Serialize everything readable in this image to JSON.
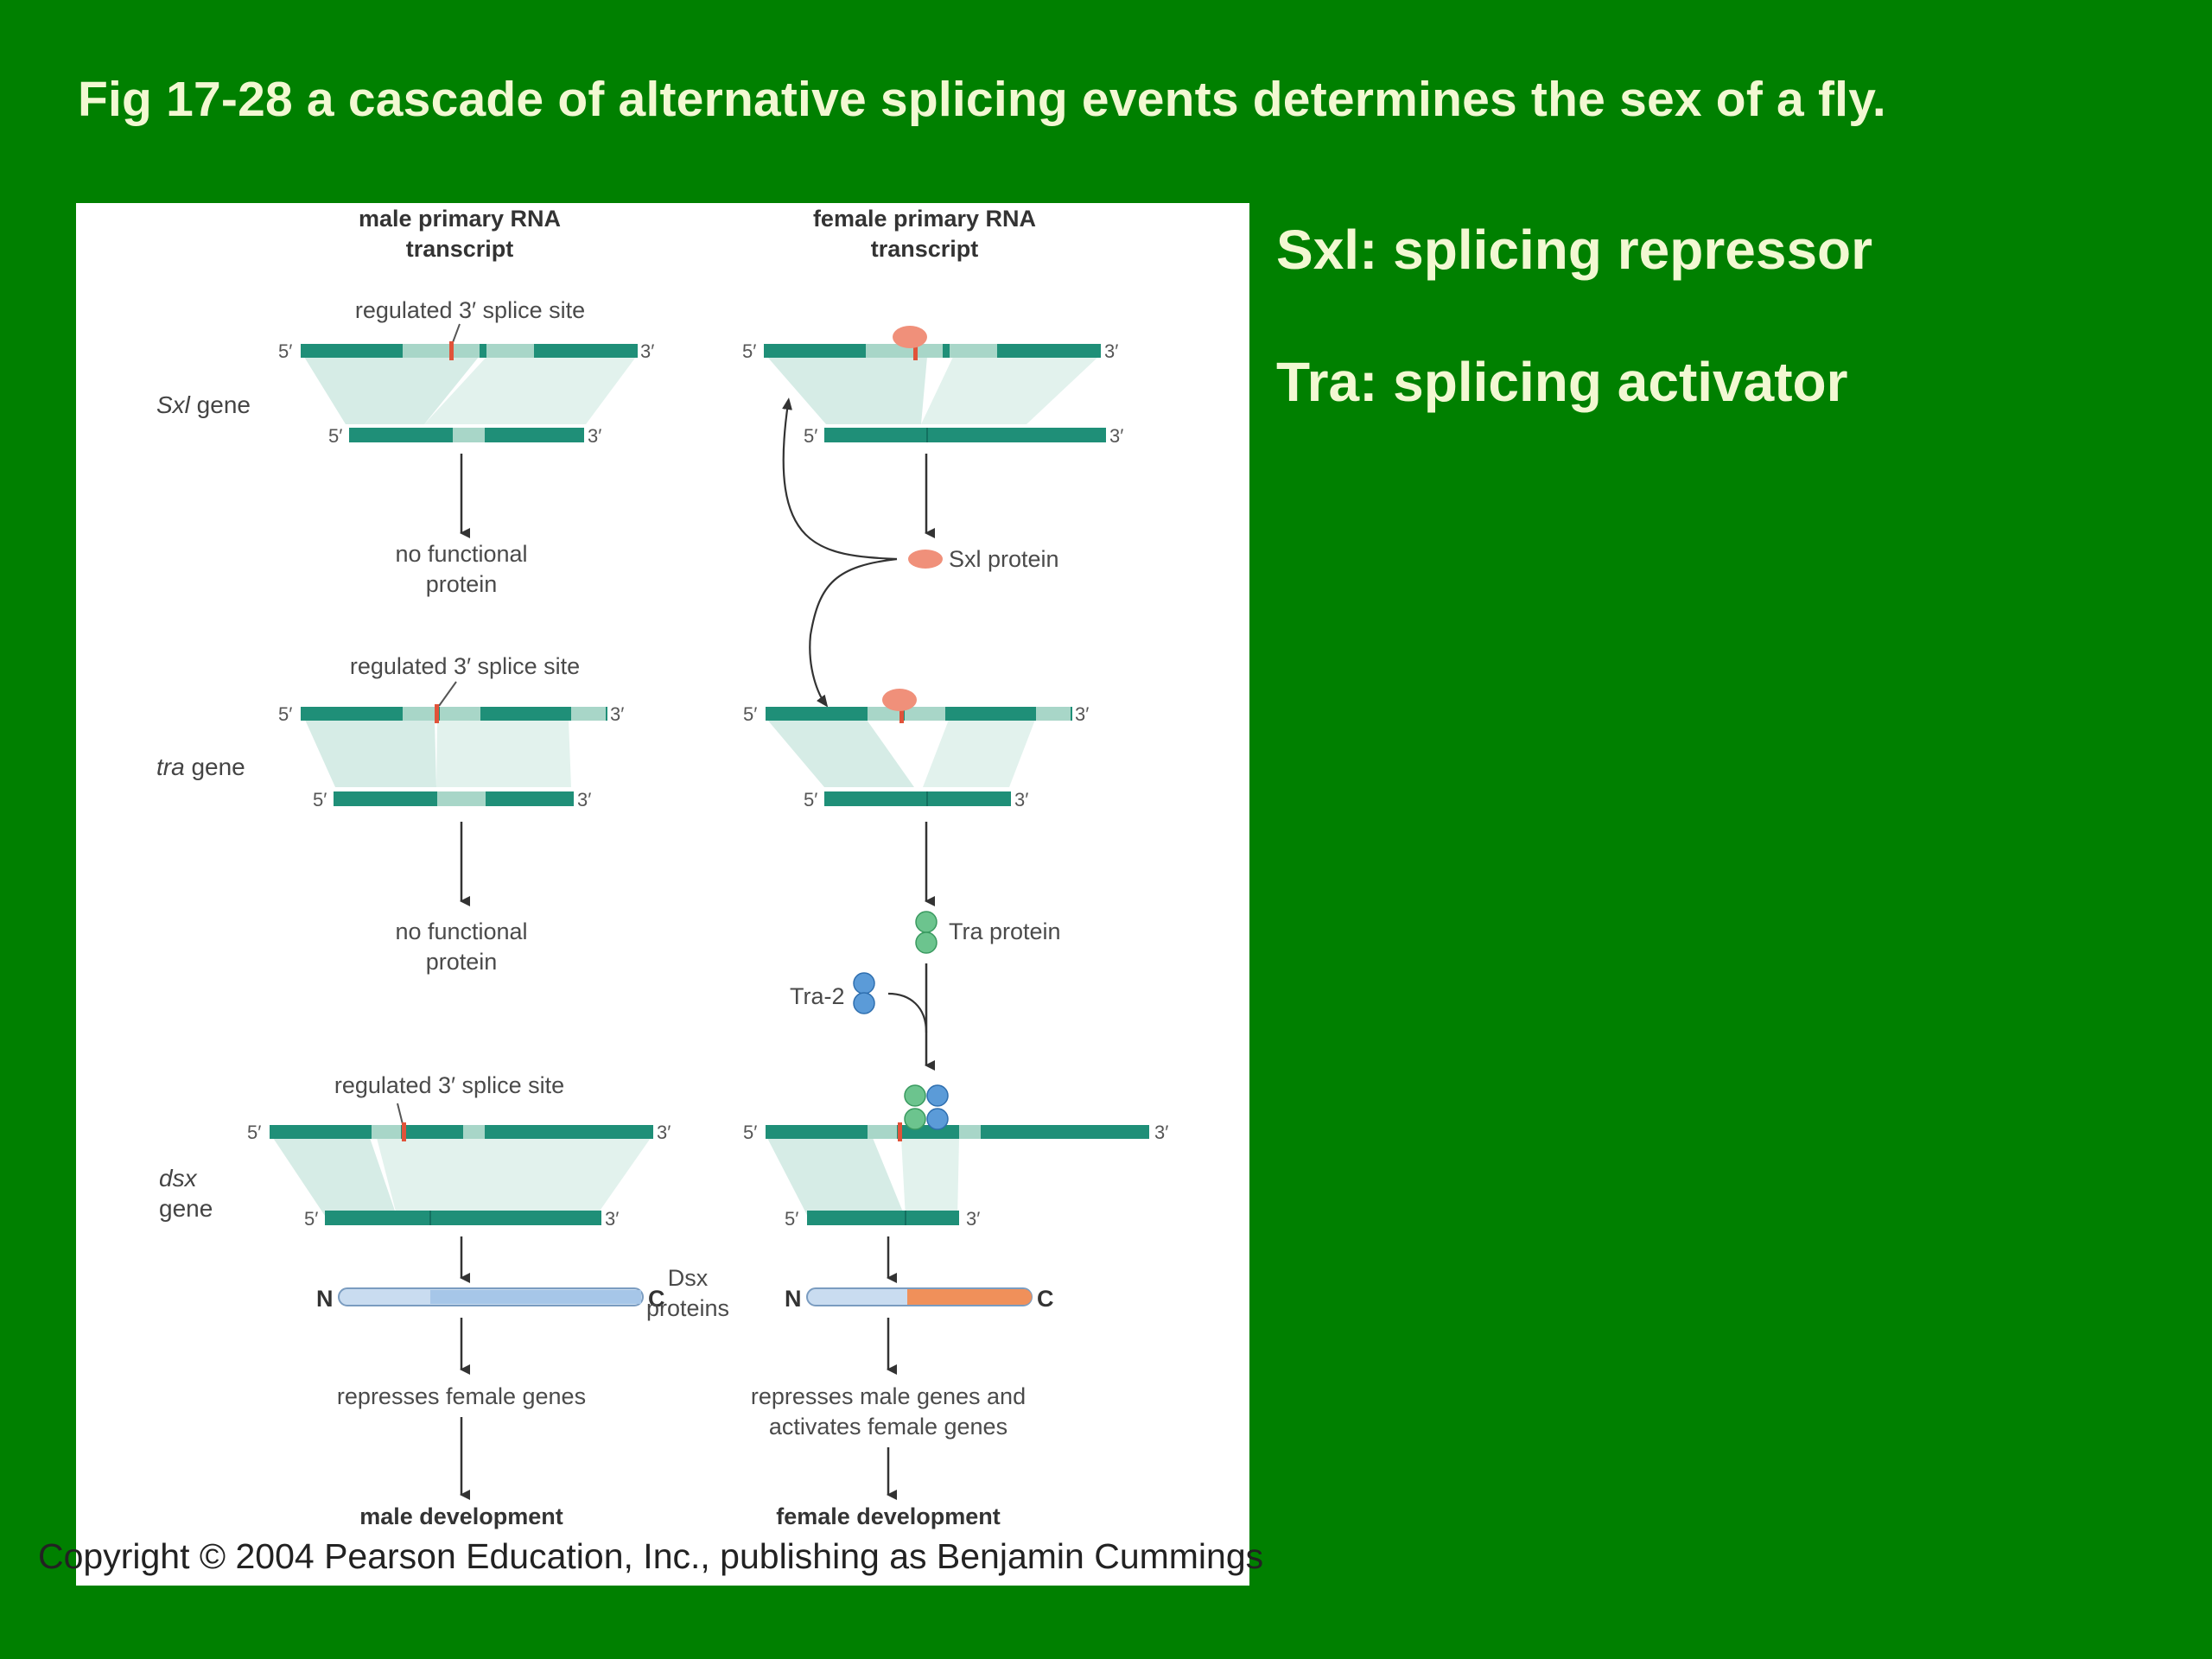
{
  "slide": {
    "title": "Fig 17-28 a cascade of alternative splicing events determines the sex of a fly.",
    "notes": [
      "Sxl: splicing repressor",
      "Tra: splicing activator"
    ]
  },
  "figure": {
    "male_header": [
      "male primary RNA",
      "transcript"
    ],
    "female_header": [
      "female primary RNA",
      "transcript"
    ],
    "regulated_site": "regulated 3′ splice site",
    "five_prime": "5′",
    "three_prime": "3′",
    "genes": {
      "sxl": {
        "italic": "Sxl",
        "suffix": " gene"
      },
      "tra": {
        "italic": "tra",
        "suffix": " gene"
      },
      "dsx": {
        "line1": "dsx",
        "line2": "gene"
      }
    },
    "no_functional_protein": [
      "no functional",
      "protein"
    ],
    "sxl_protein": "Sxl protein",
    "tra_protein": "Tra protein",
    "tra2": "Tra-2",
    "dsx_proteins": [
      "Dsx",
      "proteins"
    ],
    "n_terminus": "N",
    "c_terminus": "C",
    "male_outcome": "represses female genes",
    "female_outcome": [
      "represses male genes and",
      "activates female genes"
    ],
    "male_development": "male development",
    "female_development": "female development",
    "copyright": "Copyright © 2004 Pearson Education, Inc., publishing as Benjamin Cummings"
  },
  "colors": {
    "background": "#008000",
    "title_text": "#f2f8d2",
    "exon": "#1f8f78",
    "intron": "#a8d6c8",
    "splice_fan": "#d6ece6",
    "splice_site": "#e0533a",
    "sxl_protein": "#f0907a",
    "tra_protein": "#6cc48e",
    "tra2_protein": "#5b9bd8",
    "dsx_body": "#c9dcf0",
    "dsx_female_tail": "#f0905a"
  }
}
